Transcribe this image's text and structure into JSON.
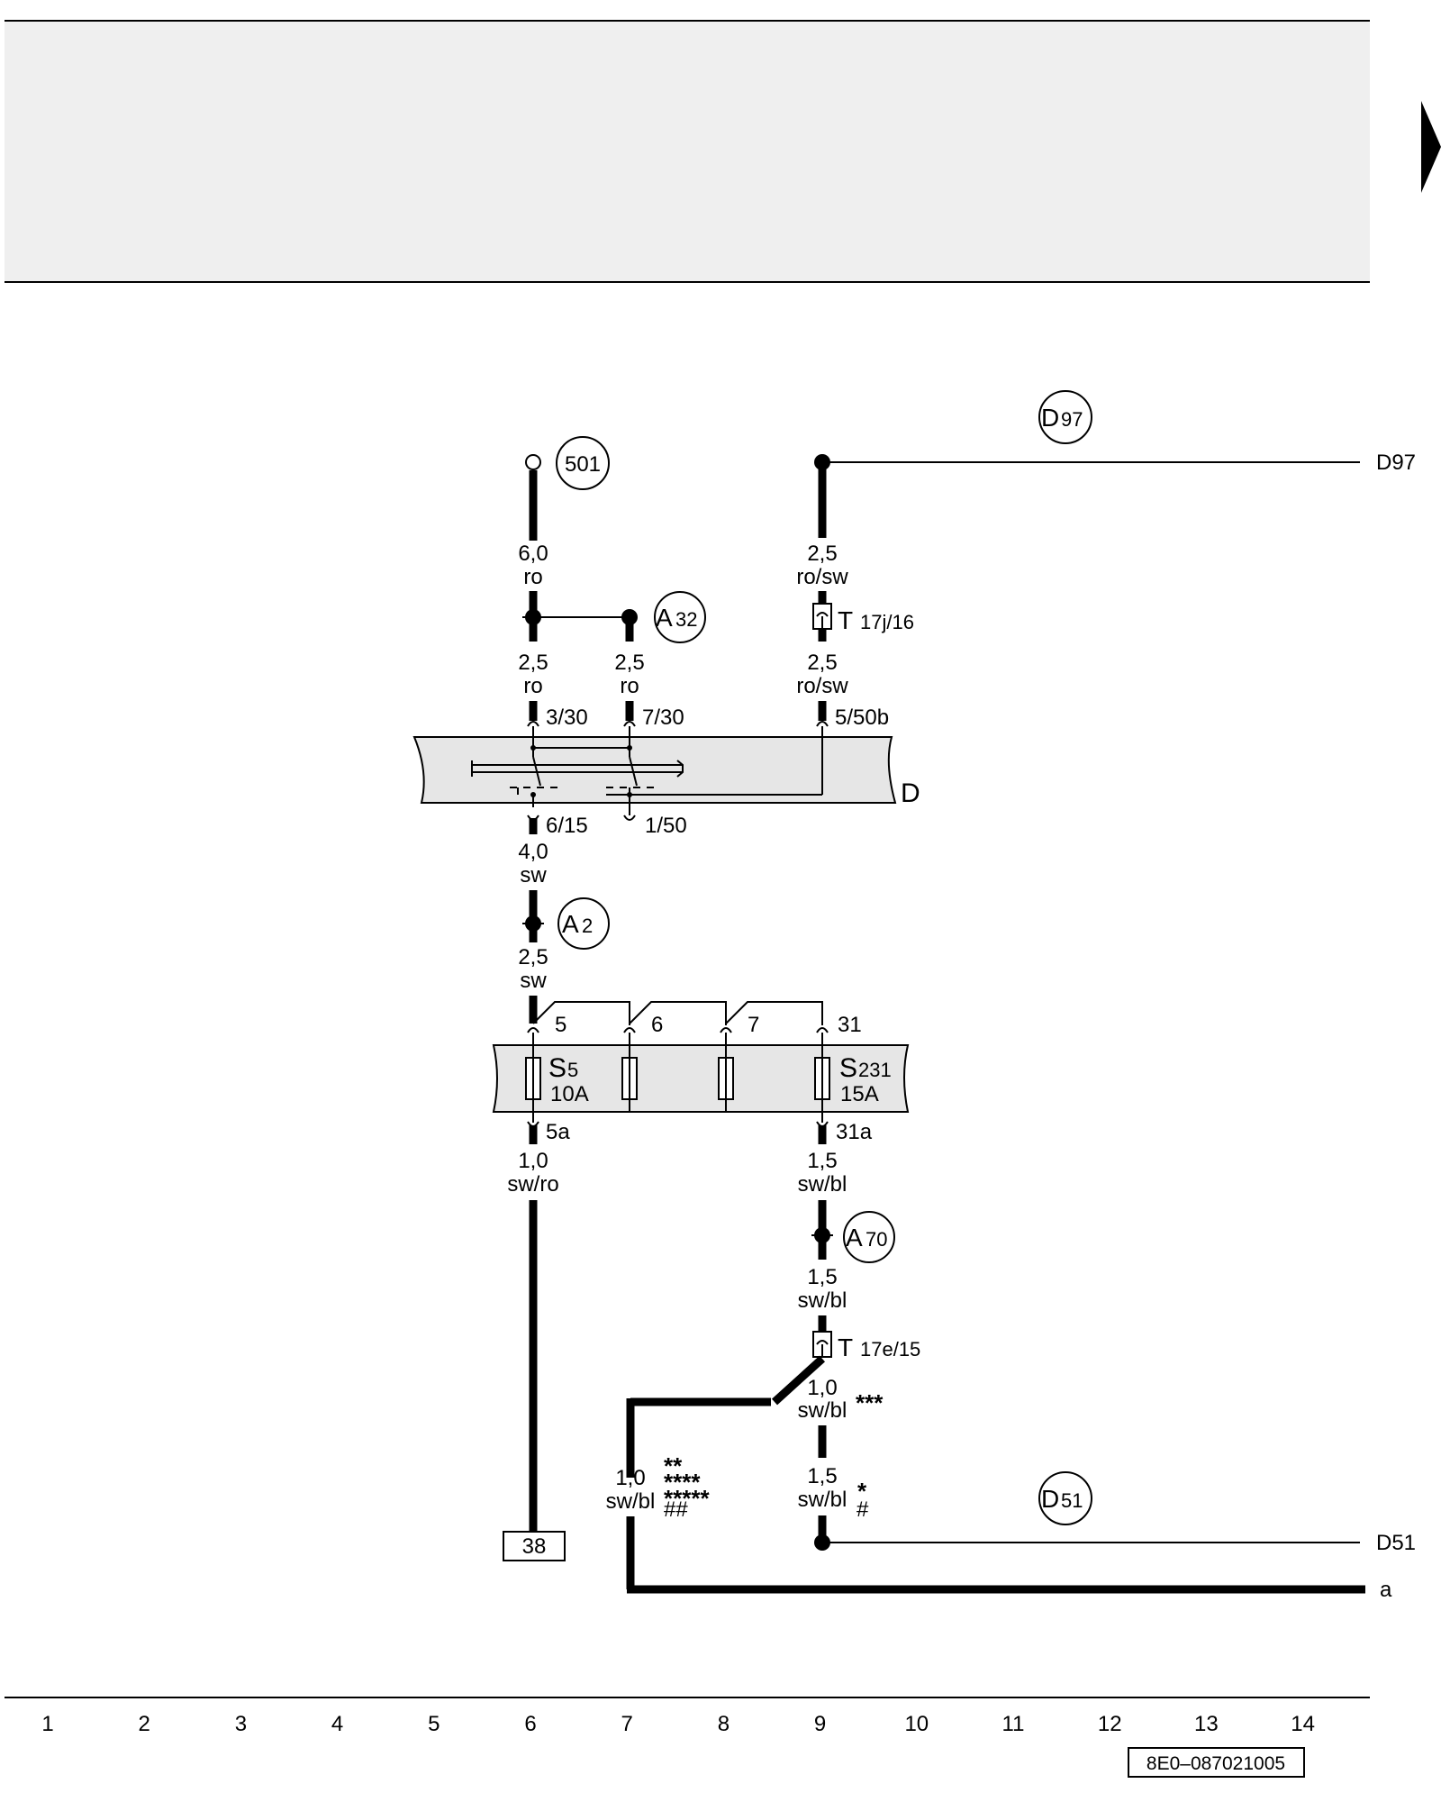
{
  "connectors": {
    "c501": "501",
    "cA32": {
      "letter": "A",
      "num": "32"
    },
    "cA2": {
      "letter": "A",
      "num": "2"
    },
    "cA70": {
      "letter": "A",
      "num": "70"
    },
    "cD97": {
      "letter": "D",
      "num": "97"
    },
    "cD51": {
      "letter": "D",
      "num": "51"
    }
  },
  "wires": {
    "w1_size": "6,0",
    "w1_color": "ro",
    "w2_size": "2,5",
    "w2_color": "ro",
    "w3_size": "2,5",
    "w3_color": "ro",
    "w4_size": "2,5",
    "w4_color": "ro/sw",
    "w5_size": "2,5",
    "w5_color": "ro/sw",
    "w6_size": "4,0",
    "w6_color": "sw",
    "w7_size": "2,5",
    "w7_color": "sw",
    "w8_size": "1,0",
    "w8_color": "sw/ro",
    "w9_size": "1,5",
    "w9_color": "sw/bl",
    "w10_size": "1,5",
    "w10_color": "sw/bl",
    "w11_size": "1,0",
    "w11_color": "sw/bl",
    "w12_size": "1,5",
    "w12_color": "sw/bl",
    "w13_size": "1,0",
    "w13_color": "sw/bl"
  },
  "pins": {
    "p330": "3/30",
    "p730": "7/30",
    "p550b": "5/50b",
    "p615": "6/15",
    "p150": "1/50",
    "f5": "5",
    "f6": "6",
    "f7": "7",
    "f31": "31",
    "f5a": "5a",
    "f31a": "31a"
  },
  "components": {
    "ignition_switch": "D",
    "fuse_s5": {
      "letter": "S",
      "num": "5",
      "rating": "10A"
    },
    "fuse_s231": {
      "letter": "S",
      "num": "231",
      "rating": "15A"
    },
    "t17j": {
      "letter": "T",
      "pin": "17j/16"
    },
    "t17e": {
      "letter": "T",
      "pin": "17e/15"
    }
  },
  "notes": {
    "star3": "***",
    "star2": "**",
    "star4": "****",
    "star5": "*****",
    "hash2": "##",
    "star1": "*",
    "hash1": "#"
  },
  "destinations": {
    "d97": "D97",
    "d51": "D51",
    "a": "a",
    "ref38": "38"
  },
  "grid_numbers": [
    "1",
    "2",
    "3",
    "4",
    "5",
    "6",
    "7",
    "8",
    "9",
    "10",
    "11",
    "12",
    "13",
    "14"
  ],
  "doc_number": "8E0–087021005"
}
